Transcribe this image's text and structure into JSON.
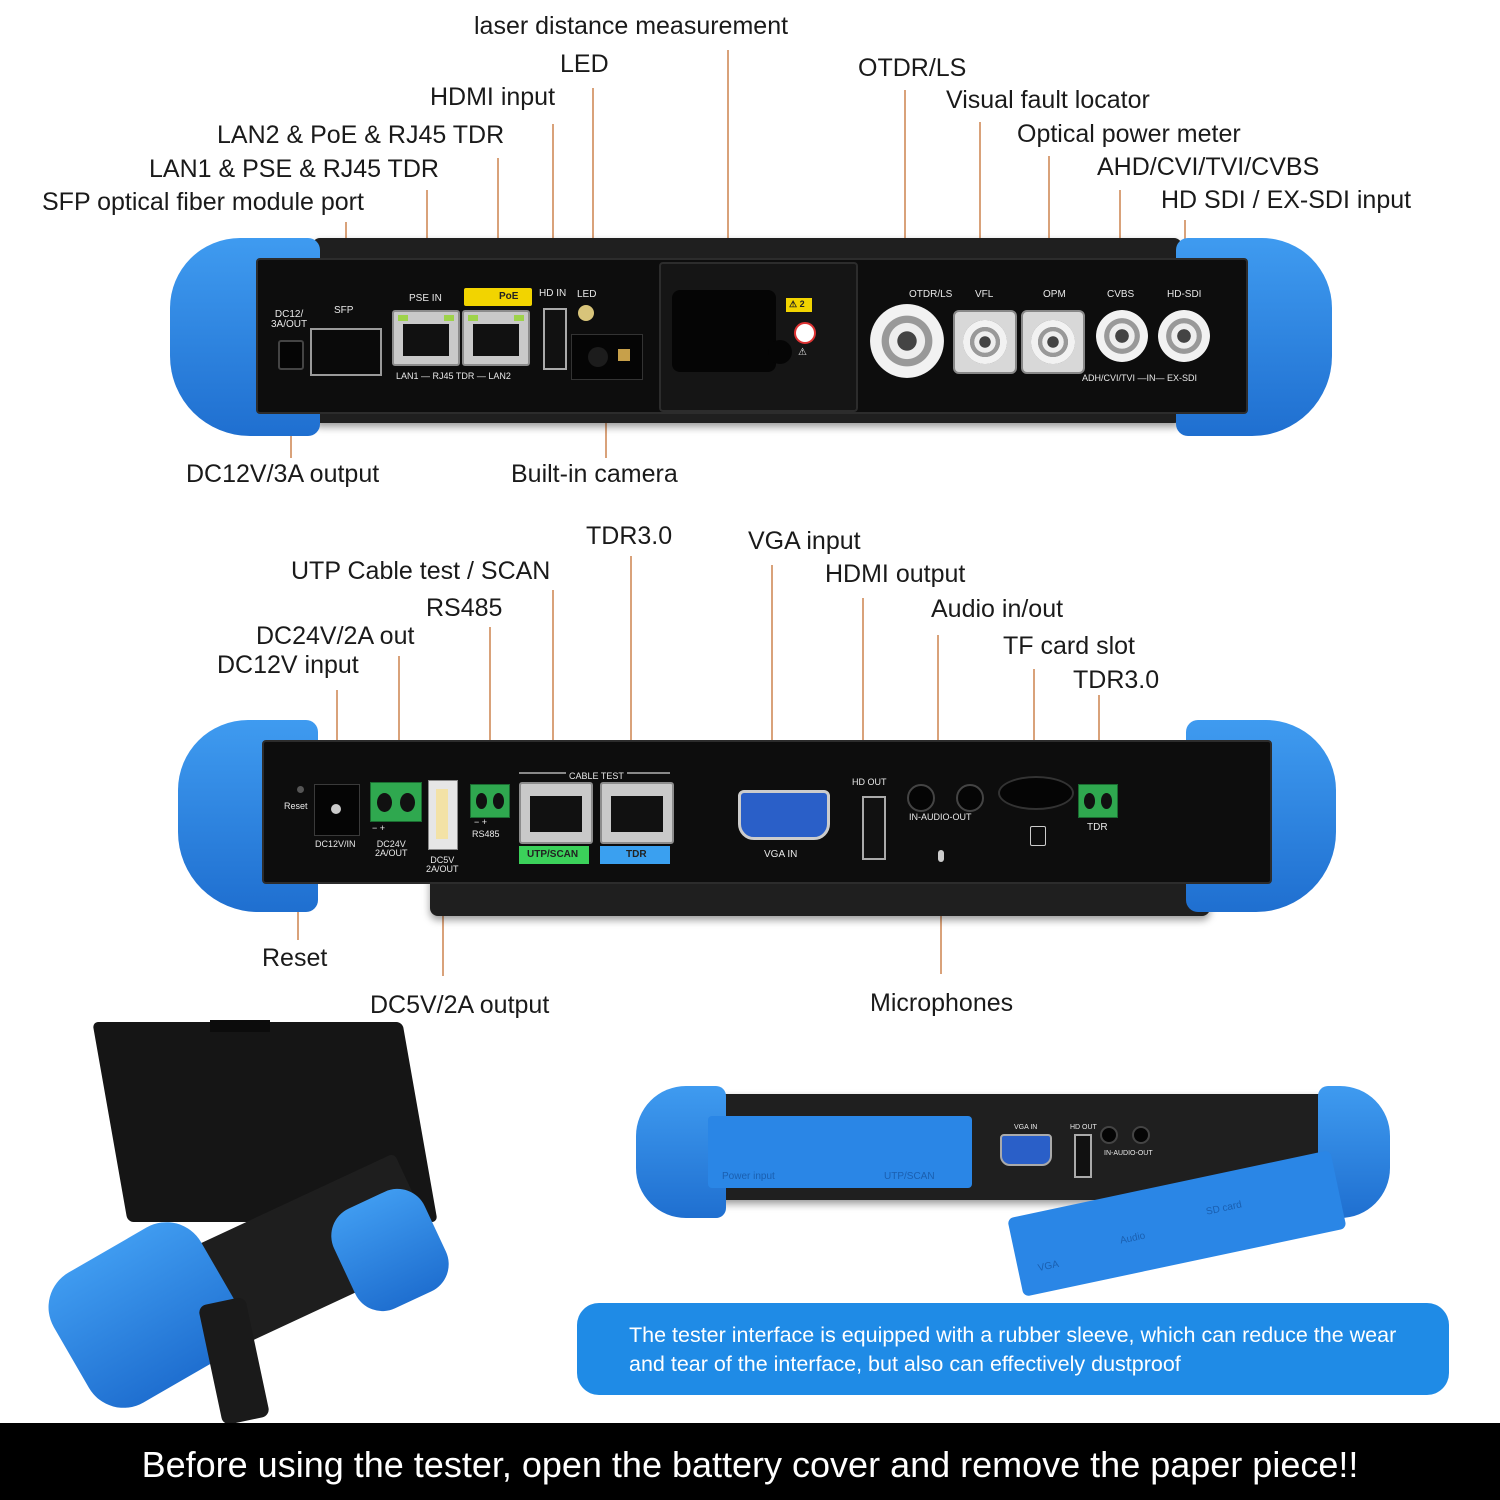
{
  "top_callouts": {
    "laser": "laser distance measurement",
    "led": "LED",
    "hdmi_in": "HDMI input",
    "lan2": "LAN2 & PoE & RJ45 TDR",
    "lan1": "LAN1 & PSE & RJ45 TDR",
    "sfp": "SFP optical fiber module port",
    "otdr": "OTDR/LS",
    "vfl": "Visual fault locator",
    "opm": "Optical power meter",
    "ahd": "AHD/CVI/TVI/CVBS",
    "sdi": "HD SDI / EX-SDI input",
    "dc12_out": "DC12V/3A output",
    "camera": "Built-in camera"
  },
  "top_panel": {
    "dc12": "DC12/\n3A/OUT",
    "sfp": "SFP",
    "pse_in": "PSE IN",
    "poe": "PoE",
    "hd_in": "HD IN",
    "led": "LED",
    "rj45_caption": "LAN1 — RJ45 TDR — LAN2",
    "otdr_ls": "OTDR/LS",
    "vfl": "VFL",
    "opm": "OPM",
    "cvbs": "CVBS",
    "hd_sdi": "HD-SDI",
    "bnc_caption": "ADH/CVI/TVI —IN— EX-SDI",
    "warn2": "⚠ 2",
    "warn": "⚠"
  },
  "bottom_callouts": {
    "tdr_a": "TDR3.0",
    "vga_in": "VGA input",
    "utp": "UTP Cable test / SCAN",
    "hdmi_out": "HDMI output",
    "rs485": "RS485",
    "audio": "Audio in/out",
    "dc24": "DC24V/2A out",
    "tf": "TF card slot",
    "dc12_in": "DC12V input",
    "tdr_b": "TDR3.0",
    "reset": "Reset",
    "dc5": "DC5V/2A output",
    "mic": "Microphones"
  },
  "bottom_panel": {
    "reset": "Reset",
    "dc12vin": "DC12V/IN",
    "dc24v": "DC24V\n2A/OUT",
    "dc5v": "DC5V\n2A/OUT",
    "rs485": "RS485",
    "cable_test": "CABLE TEST",
    "utp_scan": "UTP/SCAN",
    "tdr": "TDR",
    "vga_in": "VGA IN",
    "hd_out": "HD OUT",
    "audio": "IN-AUDIO-OUT",
    "tdr_right": "TDR",
    "pm": "−  +"
  },
  "sleeve_panel": {
    "power_input": "Power input",
    "utp_scan": "UTP/SCAN",
    "vga_in": "VGA IN",
    "hd_out": "HD OUT",
    "audio": "IN-AUDIO-OUT",
    "sd_card": "SD card",
    "audio_lbl": "Audio",
    "vga_lbl": "VGA"
  },
  "notice": "The tester interface is equipped with a rubber sleeve, which can reduce the wear and tear of the interface, but also can effectively dustproof",
  "footer": "Before using the tester, open the battery cover and remove the paper piece!!",
  "colors": {
    "bumper": "#2a86e6",
    "notice_bg": "#1f8be6",
    "footer_bg": "#000000",
    "leader": "#d9a27a",
    "poe_badge": "#f2d400",
    "utp_badge": "#3bd15a",
    "tdr_badge": "#3aa0f0"
  }
}
